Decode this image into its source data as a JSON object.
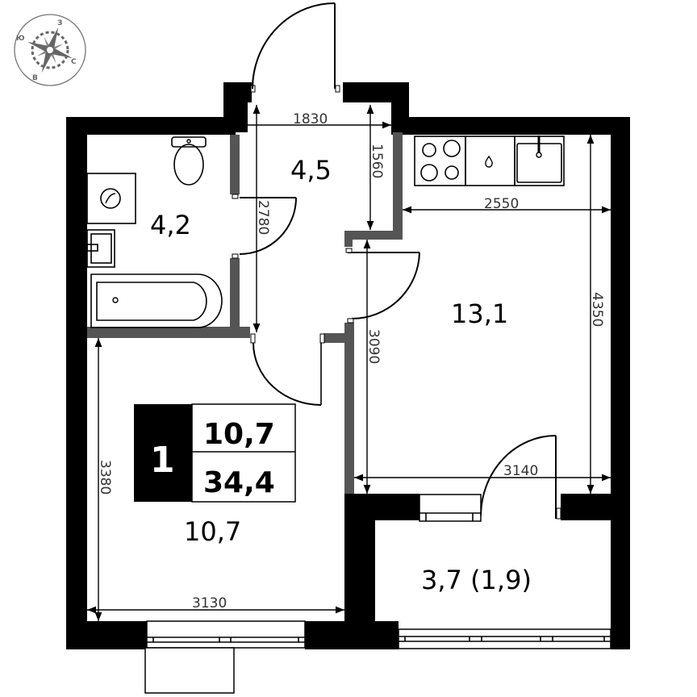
{
  "compass": {
    "labels": {
      "north": "С",
      "south": "Ю",
      "east": "В",
      "west": "З"
    },
    "color": "#666666"
  },
  "summary_badge": {
    "rooms_count": "1",
    "living_area": "10,7",
    "total_area": "34,4"
  },
  "rooms": {
    "bathroom": {
      "area": "4,2"
    },
    "hallway": {
      "area": "4,5"
    },
    "kitchen_living": {
      "area": "13,1"
    },
    "bedroom": {
      "area": "10,7"
    },
    "balcony": {
      "area": "3,7 (1,9)"
    }
  },
  "dimensions": {
    "hallway_width": "1830",
    "hallway_depth": "1560",
    "bathroom_length": "2780",
    "kitchen_counter": "2550",
    "kitchen_height": "4350",
    "kitchen_wall": "3090",
    "kitchen_width": "3140",
    "bedroom_height": "3380",
    "bedroom_width": "3130"
  },
  "colors": {
    "exterior_wall": "#000000",
    "interior_wall": "#555555",
    "text": "#000000",
    "dimension_text": "#333333"
  }
}
